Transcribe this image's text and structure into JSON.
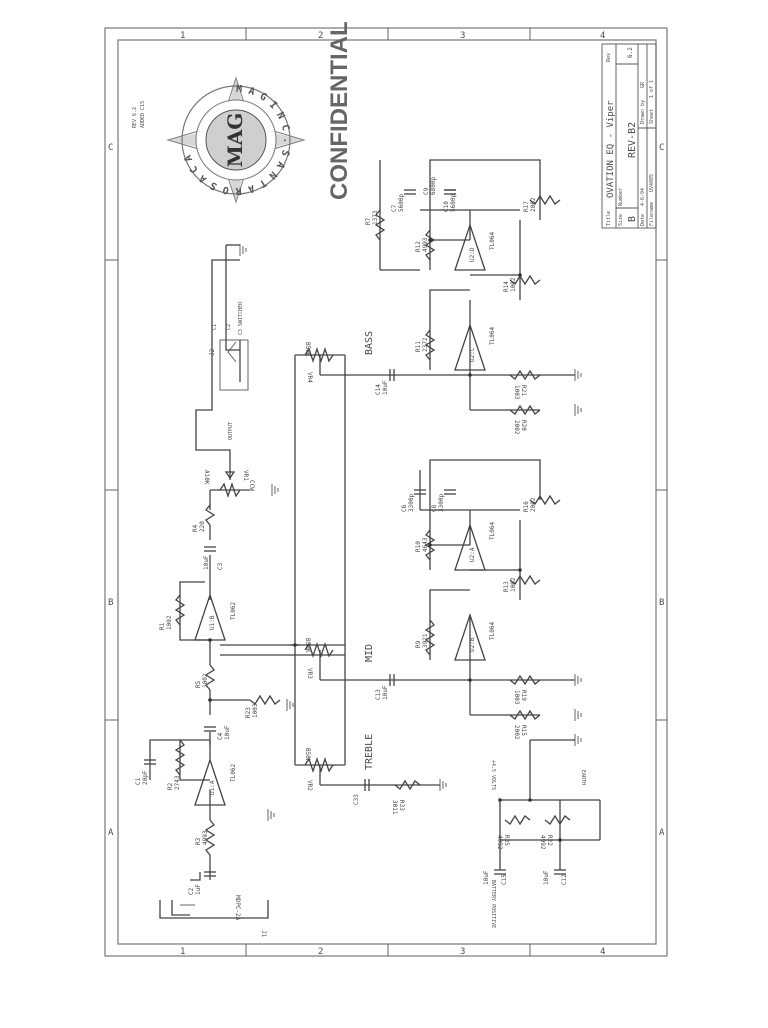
{
  "title_block": {
    "title_label": "Title",
    "title": "OVATION EQ - Viper",
    "rev_label": "Rev",
    "rev": "6.2",
    "size_label": "Size",
    "size": "B",
    "number_label": "Number",
    "number": "REV-B2",
    "date_label": "Date",
    "date": "4-6-94",
    "drawn_by_label": "Drawn by",
    "drawn_by": "GR",
    "filename_label": "Filename",
    "filename": "UV4085",
    "sheet_label": "Sheet",
    "sheet": "1 of 1"
  },
  "notes": {
    "rev_note": "REV 6.2",
    "added_note": "ADDED C15"
  },
  "logo": {
    "ring_text": "M A G I N C . S A N T A R O S A C A",
    "center_text": "MAG"
  },
  "stamp": "CONFIDENTIAL",
  "border": {
    "columns": [
      "1",
      "2",
      "3",
      "4"
    ],
    "rows": [
      "A",
      "B",
      "C"
    ]
  },
  "opamps": {
    "u1a": {
      "ref": "U1:A",
      "part": "TL062"
    },
    "u1b": {
      "ref": "U1:B",
      "part": "TL062"
    },
    "u2a": {
      "ref": "U2:A",
      "part": "TL064"
    },
    "u2b": {
      "ref": "U2:B",
      "part": "TL064"
    },
    "u2c": {
      "ref": "U2:C",
      "part": "TL064"
    },
    "u2d": {
      "ref": "U2:D",
      "part": "TL064"
    }
  },
  "resistors": {
    "r1": {
      "ref": "R1",
      "value": "1002"
    },
    "r2": {
      "ref": "R2",
      "value": "2743"
    },
    "r3": {
      "ref": "R3",
      "value": "4993"
    },
    "r4": {
      "ref": "R4",
      "value": "220"
    },
    "r5": {
      "ref": "R5",
      "value": "1002"
    },
    "r7": {
      "ref": "R7",
      "value": "1373"
    },
    "r9": {
      "ref": "R9",
      "value": "3921"
    },
    "r10": {
      "ref": "R10",
      "value": "4643"
    },
    "r11": {
      "ref": "R11",
      "value": "2372"
    },
    "r12": {
      "ref": "R12",
      "value": "4993"
    },
    "r13": {
      "ref": "R13",
      "value": "1002"
    },
    "r14": {
      "ref": "R14",
      "value": "1002"
    },
    "r15": {
      "ref": "R15",
      "value": "2002"
    },
    "r16": {
      "ref": "R16",
      "value": "2002"
    },
    "r17": {
      "ref": "R17",
      "value": "2002"
    },
    "r19": {
      "ref": "R19",
      "value": "1003"
    },
    "r20": {
      "ref": "R20",
      "value": "2002"
    },
    "r21": {
      "ref": "R21",
      "value": "1003"
    },
    "r22": {
      "ref": "R22",
      "value": "4992"
    },
    "r23": {
      "ref": "R23",
      "value": "1003"
    },
    "r33": {
      "ref": "R33",
      "value": "3011"
    },
    "r35": {
      "ref": "R35",
      "value": "4992"
    }
  },
  "capacitors": {
    "c1": {
      "ref": "C1",
      "value": "20pF"
    },
    "c2": {
      "ref": "C2",
      "value": "1uF"
    },
    "c3": {
      "ref": "C3",
      "value": "10uF"
    },
    "c4": {
      "ref": "C4",
      "value": "10uF"
    },
    "c6": {
      "ref": "C6",
      "value": "3300p"
    },
    "c7": {
      "ref": "C7",
      "value": "5600p"
    },
    "c8": {
      "ref": "C8",
      "value": "3300p"
    },
    "c9": {
      "ref": "C9",
      "value": "6800p"
    },
    "c10": {
      "ref": "C10",
      "value": "5600p"
    },
    "c12": {
      "ref": "C12",
      "value": "10uF"
    },
    "c13": {
      "ref": "C13",
      "value": "10uF"
    },
    "c14": {
      "ref": "C14",
      "value": "10uF"
    },
    "c15": {
      "ref": "C15",
      "value": "10uF"
    },
    "c33": {
      "ref": "C33",
      "value": ""
    }
  },
  "pots": {
    "vr1": {
      "ref": "VR1",
      "value": "A10K"
    },
    "vr2": {
      "ref": "VR2",
      "value": "B50K",
      "label": "TREBLE"
    },
    "vr3": {
      "ref": "VR3",
      "value": "B50K",
      "label": "MID"
    },
    "vr4": {
      "ref": "VR4",
      "value": "B50K",
      "label": "BASS"
    }
  },
  "connectors": {
    "j1": {
      "ref": "J1",
      "part": "MDPC-2A"
    },
    "j2": {
      "ref": "J2",
      "pins": [
        "C1",
        "C2",
        "C3 SWITCHED"
      ]
    }
  },
  "net_labels": {
    "supply": "+4.5 VOLTS",
    "battery": "BATTERY POSITIVE",
    "earth": "EARTH",
    "output": "OUTPUT",
    "pot_ccw": "CCW"
  }
}
